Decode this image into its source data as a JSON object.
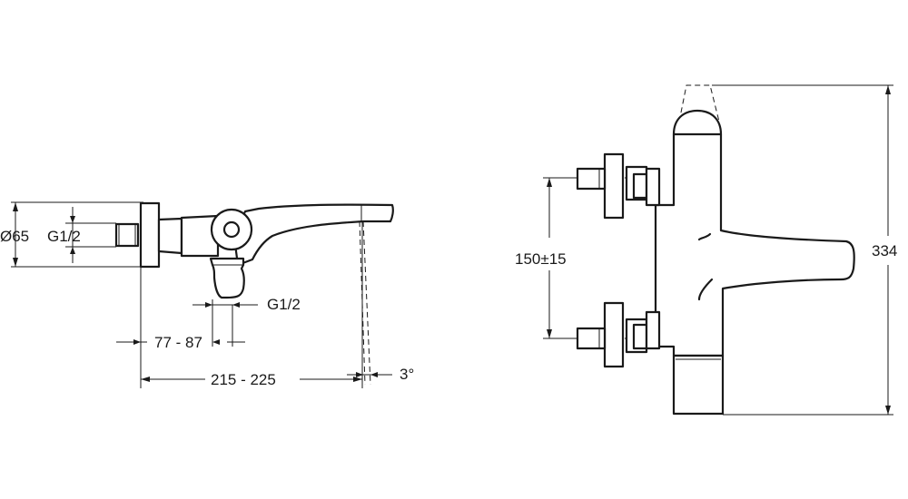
{
  "side_view": {
    "diameter_label": "Ø65",
    "inlet_thread_label": "G1/2",
    "outlet_thread_label": "G1/2",
    "offset_range_label": "77 - 87",
    "projection_range_label": "215 - 225",
    "angle_label": "3°"
  },
  "front_view": {
    "inlet_spacing_label": "150±15",
    "height_label": "334"
  }
}
